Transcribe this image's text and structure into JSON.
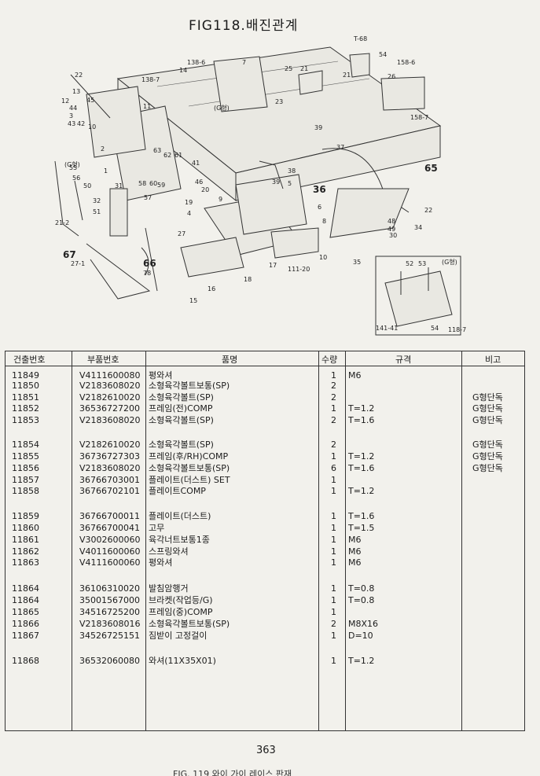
{
  "title": "FIG118.배진관계",
  "diagram": {
    "labels": [
      "22",
      "13",
      "45",
      "12",
      "44",
      "3",
      "43",
      "42",
      "10",
      "11",
      "138-7",
      "138-6",
      "14",
      "7",
      "25",
      "21",
      "23",
      "T-68",
      "54",
      "21",
      "158-6",
      "26",
      "158-7",
      "39",
      "37",
      "65",
      "38",
      "39",
      "36",
      "5",
      "2",
      "1",
      "63",
      "62",
      "61",
      "41",
      "46",
      "20",
      "58",
      "60",
      "59",
      "57",
      "19",
      "4",
      "9",
      "6",
      "8",
      "22",
      "48",
      "49",
      "30",
      "34",
      "35",
      "10",
      "17",
      "111-20",
      "27",
      "66",
      "78",
      "15",
      "16",
      "18",
      "31",
      "55",
      "56",
      "50",
      "32",
      "51",
      "21-2",
      "67",
      "27-1",
      "52",
      "53",
      "141-41",
      "54",
      "118-7"
    ],
    "group_labels": [
      "(G형)",
      "(G형)",
      "(G형)"
    ]
  },
  "table": {
    "headers": [
      "건출번호",
      "부품번호",
      "품명",
      "수량",
      "규격",
      "비고"
    ],
    "rows": [
      {
        "no": "11849",
        "part": "V4111600080",
        "name": "평와셔",
        "qty": "1",
        "spec": "M6",
        "note": ""
      },
      {
        "no": "11850",
        "part": "V2183608020",
        "name": "소형육각볼트보통(SP)",
        "qty": "2",
        "spec": "",
        "note": ""
      },
      {
        "no": "11851",
        "part": "V2182610020",
        "name": "소형육각볼트(SP)",
        "qty": "2",
        "spec": "",
        "note": "G형단독"
      },
      {
        "no": "11852",
        "part": "36536727200",
        "name": "프레임(전)COMP",
        "qty": "1",
        "spec": "T=1.2",
        "note": "G형단독"
      },
      {
        "no": "11853",
        "part": "V2183608020",
        "name": "소형육각볼트(SP)",
        "qty": "2",
        "spec": "T=1.6",
        "note": "G형단독"
      },
      {
        "no": "11854",
        "part": "V2182610020",
        "name": "소형육각볼트(SP)",
        "qty": "2",
        "spec": "",
        "note": "G형단독"
      },
      {
        "no": "11855",
        "part": "36736727303",
        "name": "프레임(후/RH)COMP",
        "qty": "1",
        "spec": "T=1.2",
        "note": "G형단독"
      },
      {
        "no": "11856",
        "part": "V2183608020",
        "name": "소형육각볼트보통(SP)",
        "qty": "6",
        "spec": "T=1.6",
        "note": "G형단독"
      },
      {
        "no": "11857",
        "part": "36766703001",
        "name": "플레이트(더스트) SET",
        "qty": "1",
        "spec": "",
        "note": ""
      },
      {
        "no": "11858",
        "part": "36766702101",
        "name": "플레이트COMP",
        "qty": "1",
        "spec": "T=1.2",
        "note": ""
      },
      {
        "no": "11859",
        "part": "36766700011",
        "name": "플레이트(더스트)",
        "qty": "1",
        "spec": "T=1.6",
        "note": ""
      },
      {
        "no": "11860",
        "part": "36766700041",
        "name": "고무",
        "qty": "1",
        "spec": "T=1.5",
        "note": ""
      },
      {
        "no": "11861",
        "part": "V3002600060",
        "name": "육각너트보통1종",
        "qty": "1",
        "spec": "M6",
        "note": ""
      },
      {
        "no": "11862",
        "part": "V4011600060",
        "name": "스프링와셔",
        "qty": "1",
        "spec": "M6",
        "note": ""
      },
      {
        "no": "11863",
        "part": "V4111600060",
        "name": "평와셔",
        "qty": "1",
        "spec": "M6",
        "note": ""
      },
      {
        "no": "11864",
        "part": "36106310020",
        "name": "발침암행거",
        "qty": "1",
        "spec": "T=0.8",
        "note": ""
      },
      {
        "no": "11864",
        "part": "35001567000",
        "name": "브라켓(작업등/G)",
        "qty": "1",
        "spec": "T=0.8",
        "note": ""
      },
      {
        "no": "11865",
        "part": "34516725200",
        "name": "프레임(중)COMP",
        "qty": "1",
        "spec": "",
        "note": ""
      },
      {
        "no": "11866",
        "part": "V2183608016",
        "name": "소형육각볼트보통(SP)",
        "qty": "2",
        "spec": "M8X16",
        "note": ""
      },
      {
        "no": "11867",
        "part": "34526725151",
        "name": "짐받이 고정걸이",
        "qty": "1",
        "spec": "D=10",
        "note": ""
      },
      {
        "no": "11868",
        "part": "36532060080",
        "name": "와셔(11X35X01)",
        "qty": "1",
        "spec": "T=1.2",
        "note": ""
      }
    ]
  },
  "page_number": "363",
  "footer_cut": "FIG. 119 와이 가이 레이스 판재"
}
